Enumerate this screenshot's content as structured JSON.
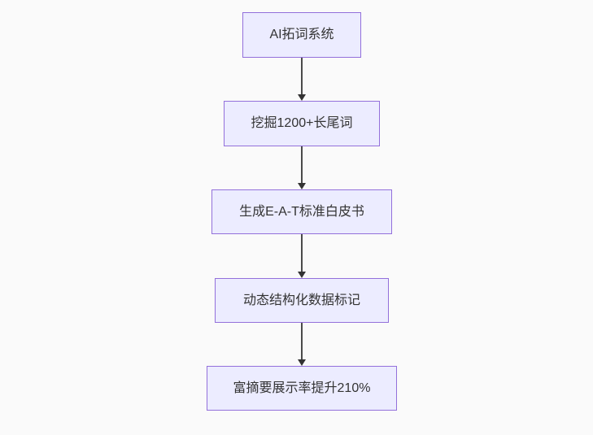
{
  "flowchart": {
    "title": "SEO AI flow diagram",
    "direction": "top-down",
    "nodes": [
      {
        "id": "ai-system",
        "label": "AI拓词系统"
      },
      {
        "id": "longtail-mining",
        "label": "挖掘1200+长尾词"
      },
      {
        "id": "eat-whitepaper",
        "label": "生成E-A-T标准白皮书"
      },
      {
        "id": "structured-data",
        "label": "动态结构化数据标记"
      },
      {
        "id": "rich-snippet",
        "label": "富摘要展示率提升210%"
      }
    ],
    "edges": [
      {
        "from": "ai-system",
        "to": "longtail-mining",
        "type": "arrow-down"
      },
      {
        "from": "longtail-mining",
        "to": "eat-whitepaper",
        "type": "arrow-down"
      },
      {
        "from": "eat-whitepaper",
        "to": "structured-data",
        "type": "arrow-down"
      },
      {
        "from": "structured-data",
        "to": "rich-snippet",
        "type": "arrow-down"
      }
    ],
    "colors": {
      "node_fill": "#ECECFF",
      "node_border": "#9370DB",
      "node_text": "#333333",
      "arrow": "#333333",
      "background": "#fafafa"
    }
  }
}
